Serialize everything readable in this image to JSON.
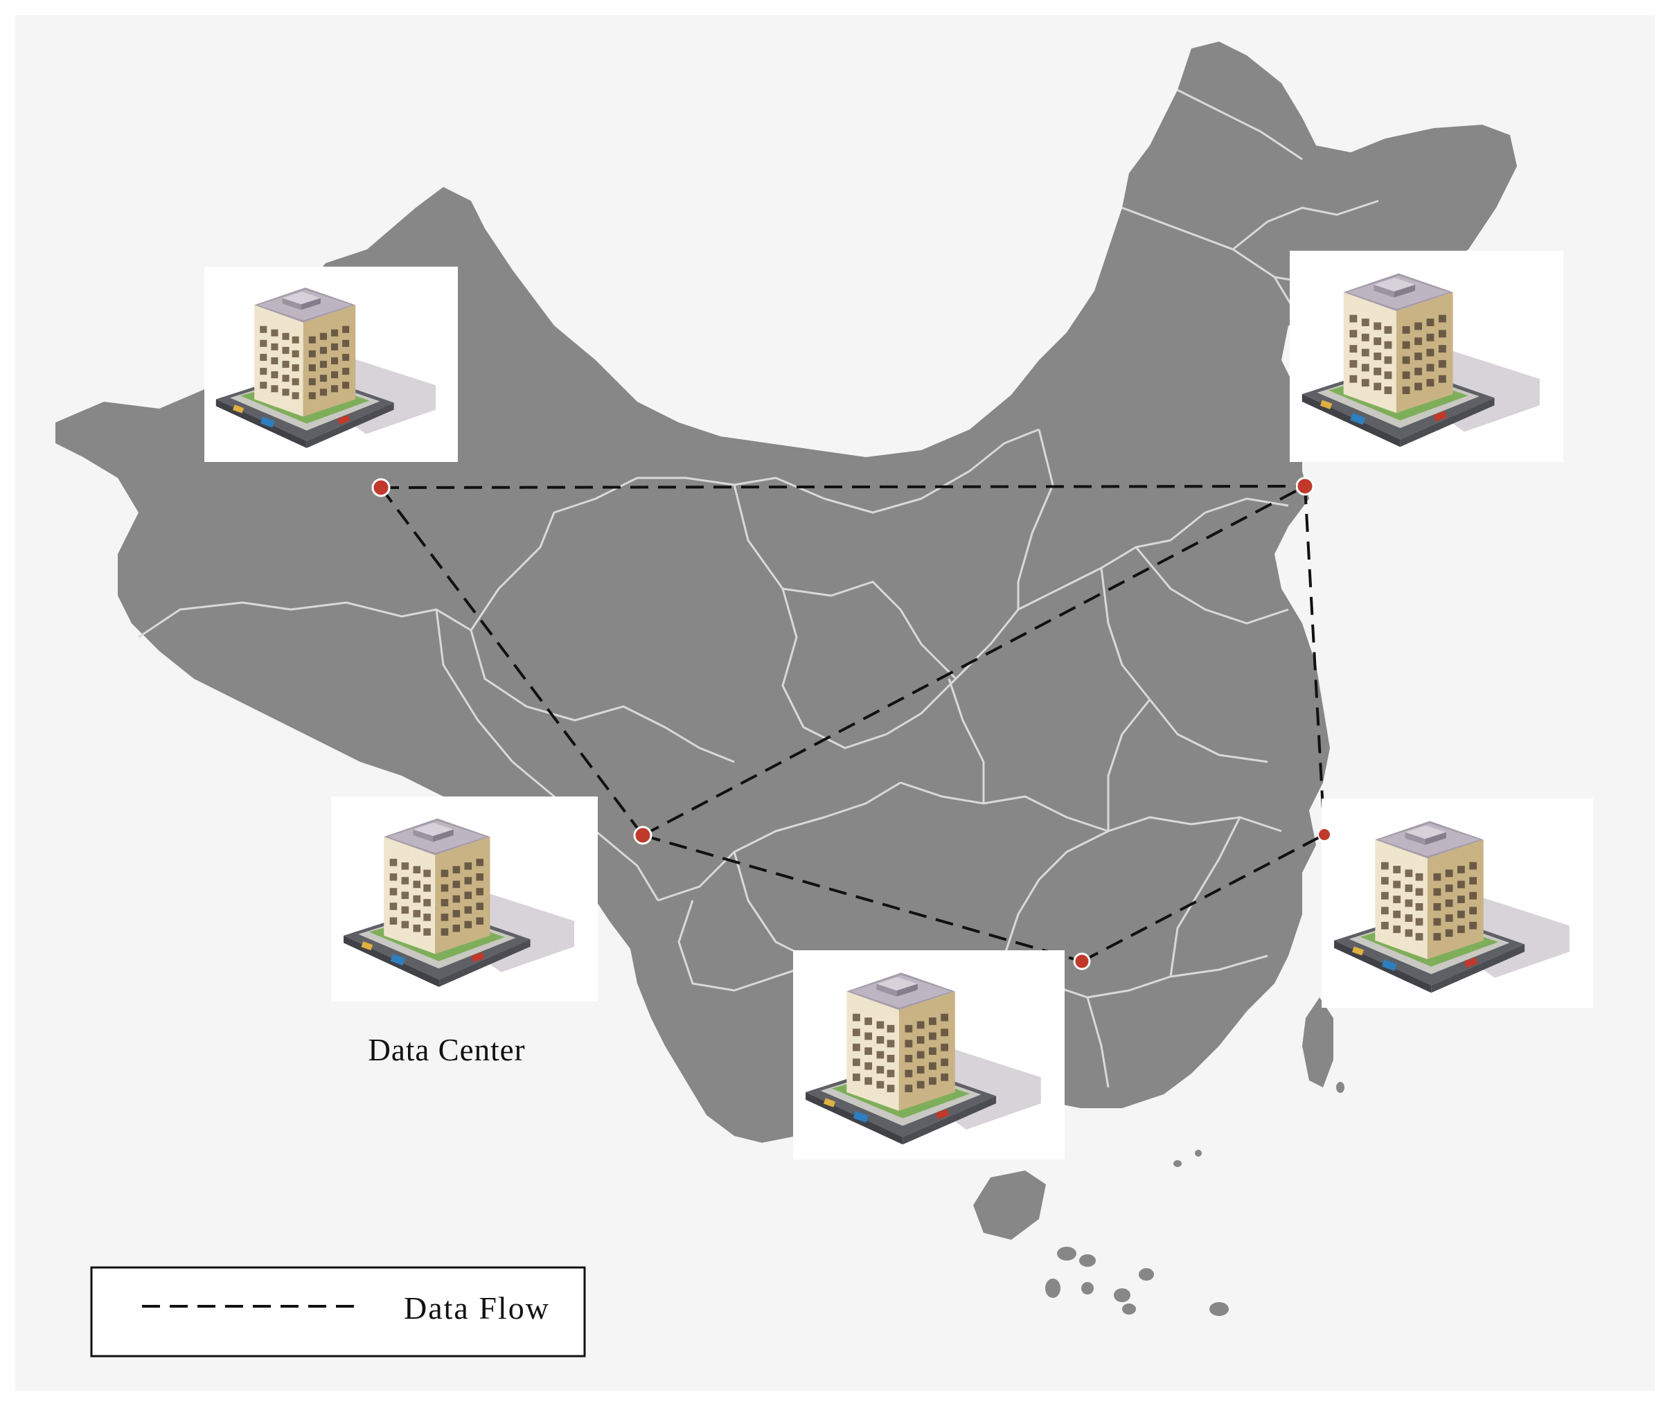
{
  "figure": {
    "data_center_label": "Data Center",
    "legend": {
      "items": [
        {
          "label": "Data Flow",
          "style": "dashed-line",
          "color": "#111111"
        }
      ]
    }
  },
  "map": {
    "region": "China",
    "fill_color": "#878787",
    "border_color": "#d9d9d9",
    "background_color": "#f5f5f5"
  },
  "nodes": [
    {
      "id": "north-west",
      "icon": "building-icon",
      "marker_color": "#c0392b"
    },
    {
      "id": "north-east",
      "icon": "building-icon",
      "marker_color": "#c0392b"
    },
    {
      "id": "south-west",
      "icon": "building-icon",
      "marker_color": "#c0392b"
    },
    {
      "id": "south",
      "icon": "building-icon",
      "marker_color": "#c0392b"
    },
    {
      "id": "south-east",
      "icon": "building-icon",
      "marker_color": "#c0392b"
    }
  ],
  "links": [
    {
      "from": "north-west",
      "to": "north-east"
    },
    {
      "from": "north-west",
      "to": "south-west"
    },
    {
      "from": "south-west",
      "to": "north-east"
    },
    {
      "from": "south-west",
      "to": "south"
    },
    {
      "from": "south",
      "to": "south-east"
    },
    {
      "from": "north-east",
      "to": "south-east"
    }
  ]
}
